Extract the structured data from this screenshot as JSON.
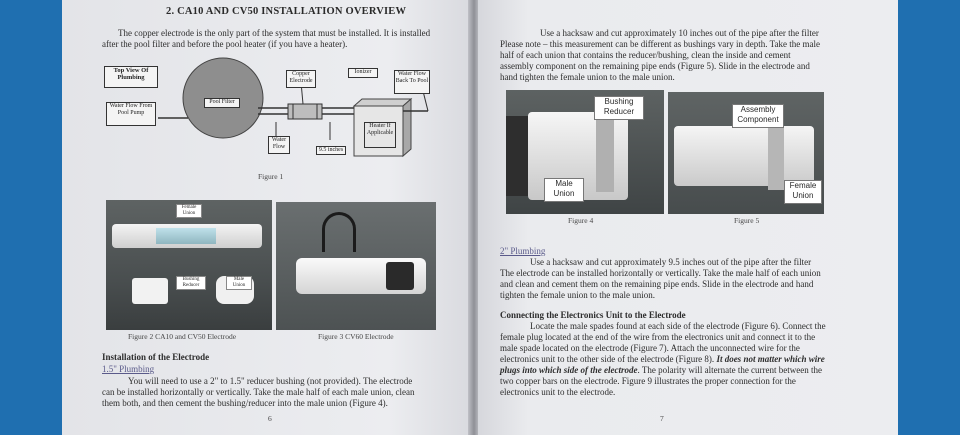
{
  "left_page": {
    "title": "2.  CA10 AND CV50 INSTALLATION OVERVIEW",
    "intro_line1": "The copper electrode is the only part of the system that must be installed.  It is installed",
    "intro_line2": "after the pool filter and before the pool heater (if you have a heater).",
    "diagram": {
      "top_view_label": "Top View Of Plumbing",
      "water_flow_from": "Water Flow From Pool Pump",
      "pool_filter": "Pool Filter",
      "copper_electrode": "Copper Electrode",
      "ionizer": "Ionizer",
      "water_flow_back": "Water Flow Back To Pool",
      "water_flow": "Water Flow",
      "dimension": "9.5 inches",
      "heater": "Heater If Applicable"
    },
    "figure1_caption": "Figure 1",
    "fig2_labels": {
      "female_union": "Female Union",
      "bushing_reducer": "Bushing Reducer",
      "male_union": "Male Union"
    },
    "figure2_caption": "Figure 2  CA10 and CV50 Electrode",
    "figure3_caption": "Figure 3  CV60 Electrode",
    "install_heading": "Installation of the Electrode",
    "plumbing_15": "1.5\" Plumbing",
    "para_15_line1": "You will need to use a 2\" to 1.5\" reducer bushing (not provided).  The electrode",
    "para_15_line2": "can be installed horizontally or vertically.  Take the male half of each male union, clean",
    "para_15_line3": "them both, and then cement the bushing/reducer into the male union (Figure 4).",
    "page_number": "6"
  },
  "right_page": {
    "para1_line1": "Use a hacksaw and cut approximately 10 inches out of the pipe after the filter",
    "para1_line2": "Please note – this measurement can be different as bushings vary in depth.  Take the male",
    "para1_line3": "half of each union that contains the reducer/bushing, clean the inside and cement",
    "para1_line4": "assembly component on the remaining pipe ends (Figure 5).  Slide in the electrode and",
    "para1_line5": "hand tighten the female union to the male union.",
    "fig4_labels": {
      "bushing_reducer": "Bushing Reducer",
      "male_union": "Male Union"
    },
    "fig5_labels": {
      "assembly_component": "Assembly Component",
      "female_union": "Female Union"
    },
    "figure4_caption": "Figure 4",
    "figure5_caption": "Figure 5",
    "plumbing_2": "2\" Plumbing",
    "para2_line1": "Use a hacksaw and cut approximately 9.5 inches out of the pipe after the filter",
    "para2_line2": "The electrode can be installed horizontally or vertically.  Take the male half of each union",
    "para2_line3": "and clean and cement them on the remaining pipe ends.  Slide in the electrode and hand",
    "para2_line4": "tighten the female union to the male union.",
    "connect_heading": "Connecting the Electronics Unit to the Electrode",
    "para3_line1": "Locate the male spades found at each side of the electrode (Figure 6).  Connect the",
    "para3_line2": "female plug located at the end of the wire from the electronics unit and connect it to the",
    "para3_line3": "male spade located on the electrode (Figure 7).  Attach the unconnected wire for the",
    "para3_line4a": "electronics unit to the other side of the electrode (Figure 8).  ",
    "para3_line4b": "It does not matter which wire",
    "para3_line5a": "plugs into which side of the electrode",
    "para3_line5b": ".  The polarity will alternate the current between the",
    "para3_line6": "two copper bars on the electrode.  Figure 9 illustrates the proper connection for the",
    "para3_line7": "electronics unit to the electrode.",
    "page_number": "7"
  },
  "colors": {
    "background": "#1f6fb0",
    "paper": "#e7e8ec",
    "ink": "#2d2d2d"
  }
}
